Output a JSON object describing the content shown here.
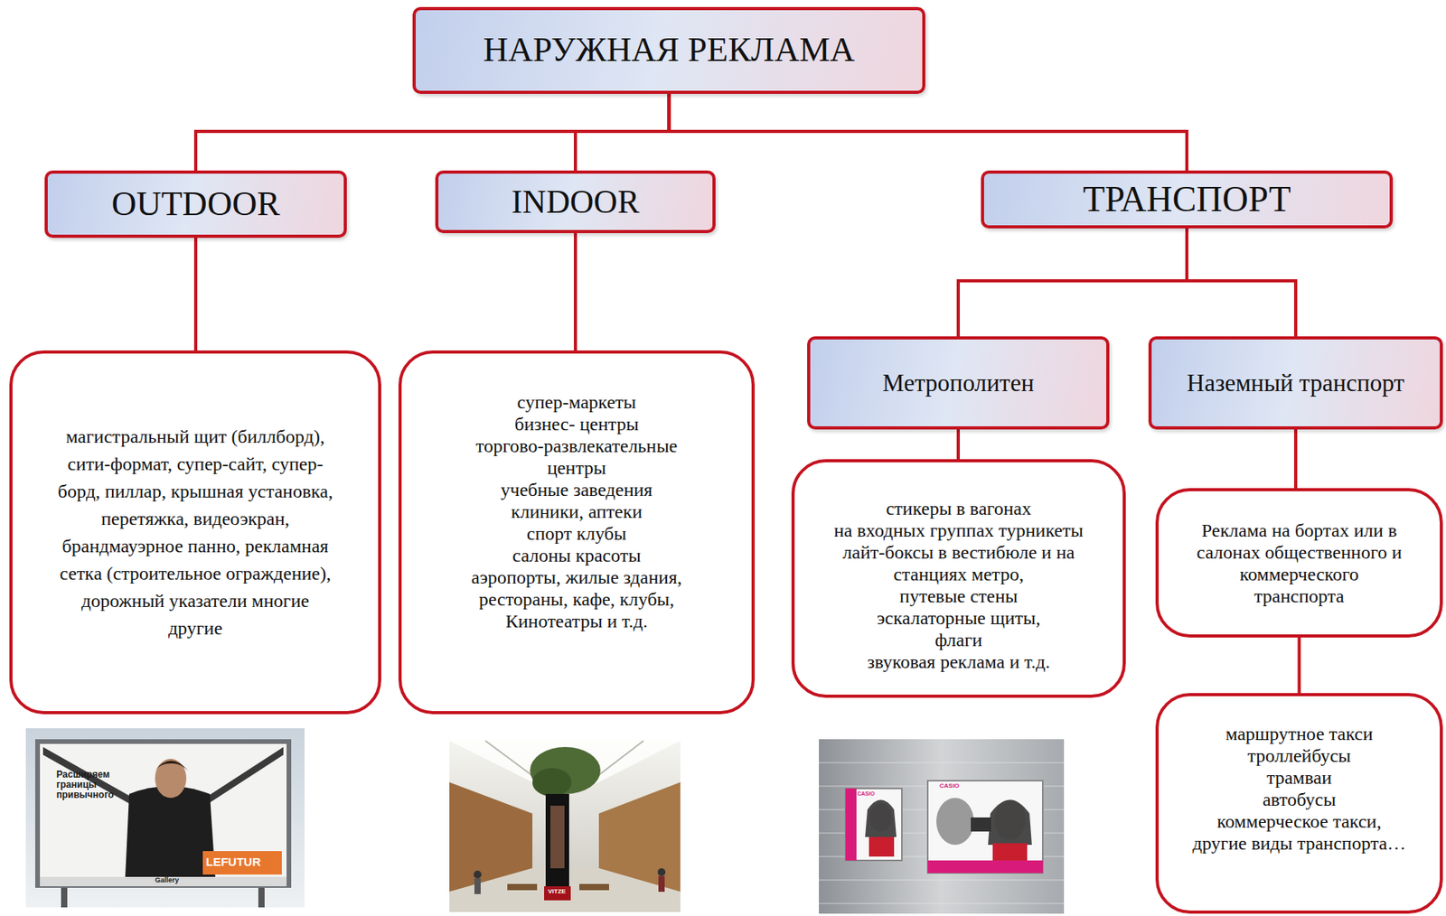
{
  "diagram": {
    "nodes": [
      {
        "text": [
          "НАРУЖНАЯ РЕКЛАМА"
        ]
      },
      {
        "text": [
          "OUTDOOR"
        ]
      },
      {
        "text": [
          "INDOOR"
        ]
      },
      {
        "text": [
          "ТРАНСПОРТ"
        ]
      },
      {
        "text": [
          "магистральный щит (биллборд), сити-формат, супер-сайт, супер-борд, пиллар, крышная установка, перетяжка, видеоэкран, брандмауэрное панно, рекламная сетка (строительное ограждение), дорожный указатели многие другие"
        ]
      },
      {
        "text": [
          "супер-маркеты",
          "бизнес- центры",
          "торгово-развлекательные центры",
          "учебные заведения",
          "клиники, аптеки",
          "спорт клубы",
          "салоны красоты",
          "аэропорты, жилые здания,",
          "рестораны, кафе, клубы,",
          "Кинотеатры и т.д."
        ]
      },
      {
        "text": [
          "Метрополитен"
        ]
      },
      {
        "text": [
          "Наземный транспорт"
        ]
      },
      {
        "text": [
          "стикеры в вагонах",
          "на входных группах турникеты",
          "лайт-боксы в вестибюле и на станциях метро,",
          "путевые стены",
          "эскалаторные щиты,",
          "флаги",
          "звуковая реклама и т.д."
        ]
      },
      {
        "text": [
          "Реклама на бортах или в салонах общественного и коммерческого транспорта"
        ]
      },
      {
        "text": [
          "маршрутное такси",
          "троллейбусы",
          "трамваи",
          "автобусы",
          "коммерческое такси,",
          "другие виды транспорта…"
        ]
      }
    ],
    "edges": [
      {
        "from": 0,
        "to": 1,
        "arrow": "none"
      },
      {
        "from": 0,
        "to": 2,
        "arrow": "none"
      },
      {
        "from": 0,
        "to": 3,
        "arrow": "none"
      },
      {
        "from": 1,
        "to": 4,
        "arrow": "none"
      },
      {
        "from": 2,
        "to": 5,
        "arrow": "none"
      },
      {
        "from": 3,
        "to": 6,
        "arrow": "none"
      },
      {
        "from": 3,
        "to": 7,
        "arrow": "none"
      },
      {
        "from": 6,
        "to": 8,
        "arrow": "none"
      },
      {
        "from": 7,
        "to": 9,
        "arrow": "none"
      },
      {
        "from": 9,
        "to": 10,
        "arrow": "none"
      }
    ],
    "labels": [
      "Расширяем границы привычного",
      "LEFUTUR",
      "Gallery",
      "VITZE",
      "CASIO",
      "CASIO"
    ]
  }
}
